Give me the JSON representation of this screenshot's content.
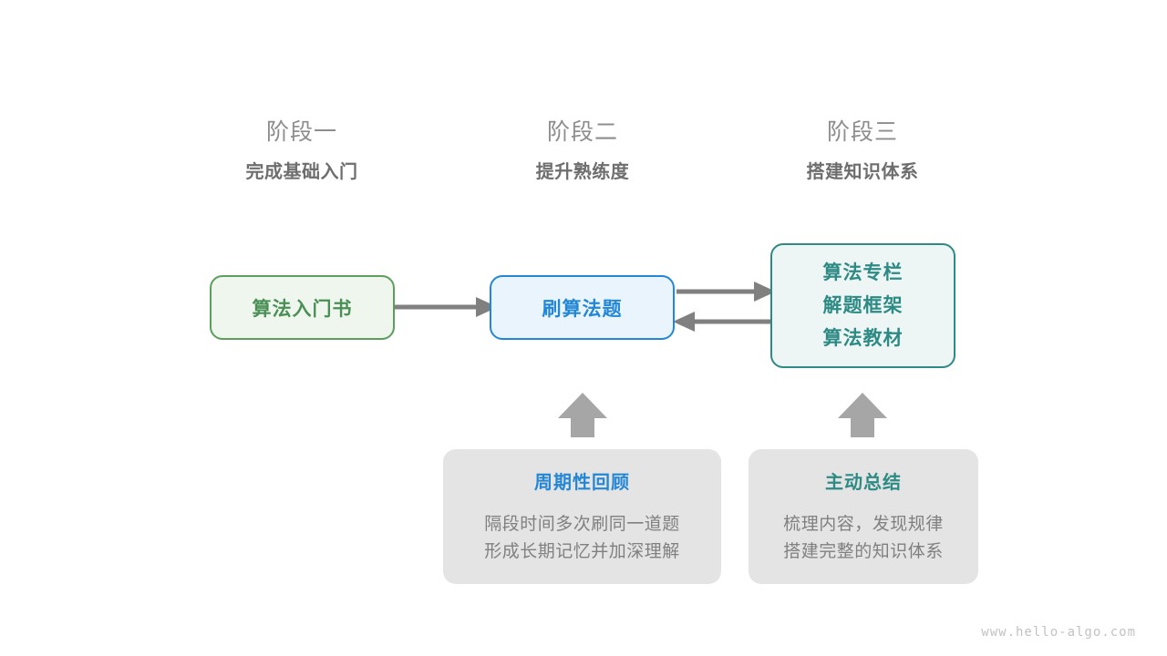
{
  "watermark": "www.hello-algo.com",
  "colors": {
    "green": "#4a8f55",
    "green_border": "#5c9e5c",
    "green_fill": "#eef6ee",
    "blue": "#2387d6",
    "blue_fill": "#e9f4fd",
    "teal": "#2d8a84",
    "teal_fill": "#edf6f4",
    "gray_card": "#e4e4e4",
    "arrow": "#808080",
    "stage_title": "#8d8d8d",
    "stage_subtitle": "#6e6e6e",
    "body_text": "#808080"
  },
  "stages": [
    {
      "name": "阶段一",
      "subtitle": "完成基础入门"
    },
    {
      "name": "阶段二",
      "subtitle": "提升熟练度"
    },
    {
      "name": "阶段三",
      "subtitle": "搭建知识体系"
    }
  ],
  "nodes": {
    "book": {
      "label": "算法入门书"
    },
    "practice": {
      "label": "刷算法题"
    },
    "knowledge": {
      "line1": "算法专栏",
      "line2": "解题框架",
      "line3": "算法教材"
    }
  },
  "cards": [
    {
      "title": "周期性回顾",
      "body_line1": "隔段时间多次刷同一道题",
      "body_line2": "形成长期记忆并加深理解"
    },
    {
      "title": "主动总结",
      "body_line1": "梳理内容，发现规律",
      "body_line2": "搭建完整的知识体系"
    }
  ]
}
